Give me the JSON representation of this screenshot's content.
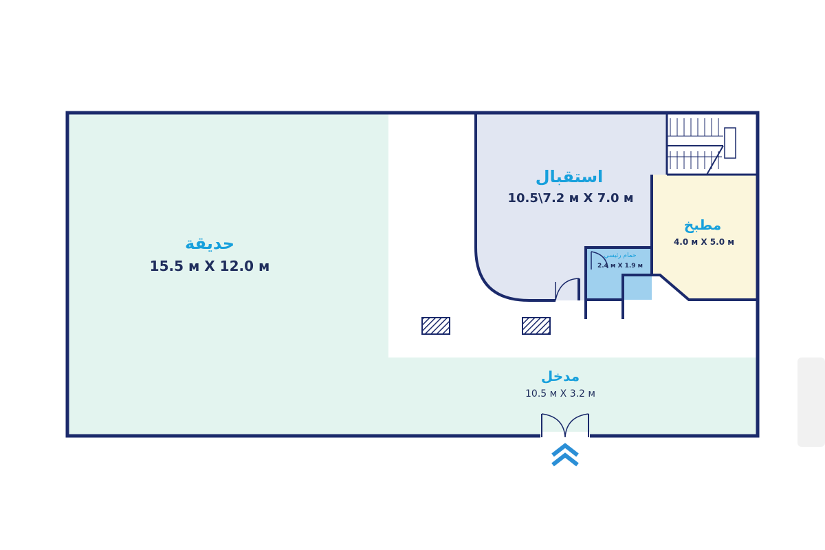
{
  "rooms": {
    "garden": {
      "name": "حديقة",
      "dimensions": "15.5 м X 12.0 м"
    },
    "reception": {
      "name": "استقبال",
      "dimensions": "10.5\\7.2 м X 7.0 м"
    },
    "kitchen": {
      "name": "مطبخ",
      "dimensions": "4.0 м X 5.0 м"
    },
    "bathroom": {
      "name": "حمام رئيسي",
      "dimensions": "2.4 м X 1.9 м"
    },
    "entrance": {
      "name": "مدخل",
      "dimensions": "10.5 м X 3.2 м"
    }
  },
  "colors": {
    "wall": "#1b2a6b",
    "garden_fill": "#e3f4ef",
    "reception_fill": "#e1e6f2",
    "kitchen_fill": "#fbf6dc",
    "bathroom_fill": "#9fd0ee",
    "label_name": "#17a0dc",
    "label_dim": "#1f2d5c",
    "entry_arrow": "#2b8fd6"
  },
  "icons": [
    "stairs-icon",
    "entry-arrow-icon",
    "door-icon",
    "column-icon"
  ]
}
